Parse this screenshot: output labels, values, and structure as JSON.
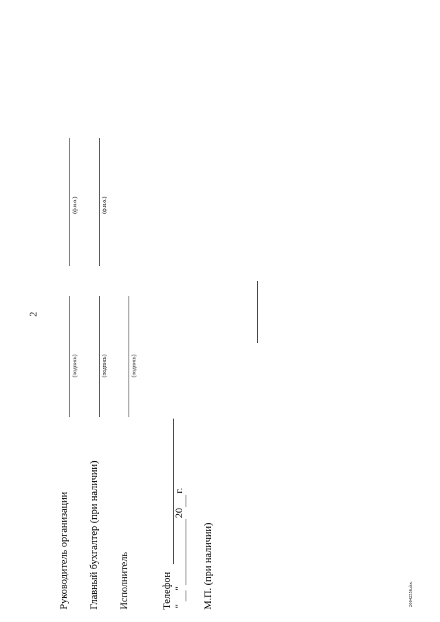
{
  "page_number": "2",
  "rows": {
    "head": {
      "label": "Руководитель организации",
      "sign_caption": "(подпись)",
      "name_caption": "(ф.и.о.)"
    },
    "chief_accountant": {
      "label": "Главный бухгалтер (при наличии)",
      "sign_caption": "(подпись)",
      "name_caption": "(ф.и.о.)"
    },
    "executor": {
      "label": "Исполнитель",
      "sign_caption": "(подпись)"
    }
  },
  "phone_label": "Телефон",
  "date": {
    "open_quote": "\"",
    "close_quote": "\"",
    "year_prefix": "20",
    "year_suffix": "г."
  },
  "stamp": "М.П. (при наличии)",
  "footer_file": "20042556.doc"
}
